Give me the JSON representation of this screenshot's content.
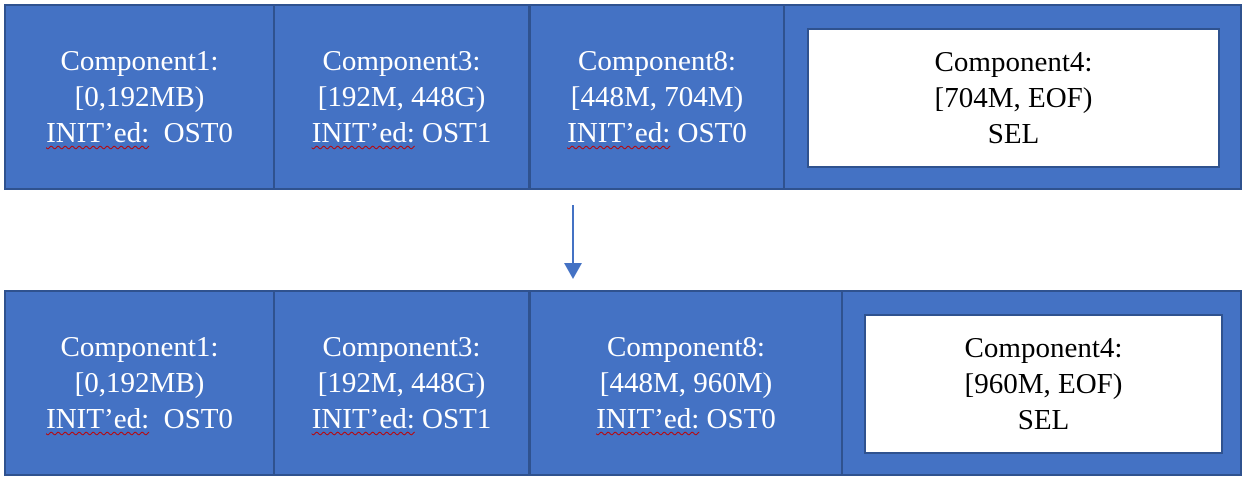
{
  "before": {
    "components": [
      {
        "name": "Component1:",
        "range": "[0,192MB)",
        "init_word": "INIT’ed:",
        "init_ost": "  OST0"
      },
      {
        "name": "Component3:",
        "range": "[192M, 448G)",
        "init_word": "INIT’ed:",
        "init_ost": " OST1"
      },
      {
        "name": "Component8:",
        "range": "[448M, 704M)",
        "init_word": "INIT’ed:",
        "init_ost": " OST0"
      },
      {
        "name": "Component4:",
        "range": "[704M, EOF)",
        "status": "SEL"
      }
    ]
  },
  "after": {
    "components": [
      {
        "name": "Component1:",
        "range": "[0,192MB)",
        "init_word": "INIT’ed:",
        "init_ost": "  OST0"
      },
      {
        "name": "Component3:",
        "range": "[192M, 448G)",
        "init_word": "INIT’ed:",
        "init_ost": " OST1"
      },
      {
        "name": "Component8:",
        "range": "[448M, 960M)",
        "init_word": "INIT’ed:",
        "init_ost": " OST0"
      },
      {
        "name": "Component4:",
        "range": "[960M, EOF)",
        "status": "SEL"
      }
    ]
  },
  "colors": {
    "box_fill": "#4472c4",
    "box_border": "#2f528f",
    "arrow": "#4472c4",
    "spell_underline": "#c00000"
  }
}
